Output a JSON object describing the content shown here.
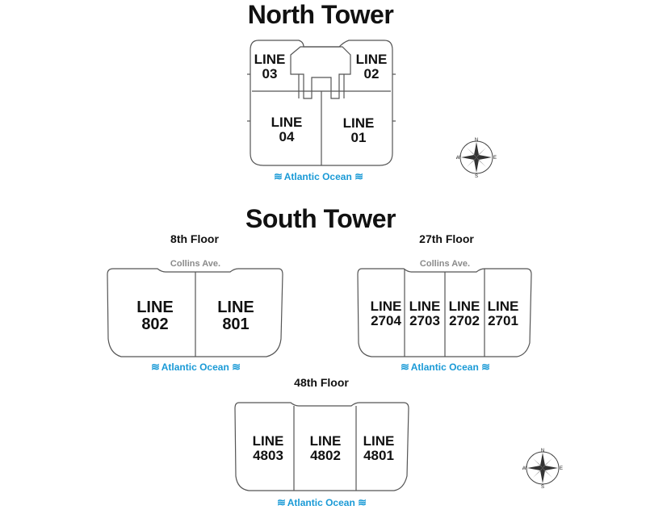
{
  "north_tower": {
    "title": "North Tower",
    "units": [
      {
        "line": "LINE",
        "num": "03"
      },
      {
        "line": "LINE",
        "num": "02"
      },
      {
        "line": "LINE",
        "num": "04"
      },
      {
        "line": "LINE",
        "num": "01"
      }
    ],
    "ocean": "Atlantic Ocean"
  },
  "south_tower": {
    "title": "South Tower",
    "floor8": {
      "label": "8th Floor",
      "street": "Collins Ave.",
      "units": [
        {
          "line": "LINE",
          "num": "802"
        },
        {
          "line": "LINE",
          "num": "801"
        }
      ],
      "ocean": "Atlantic Ocean"
    },
    "floor27": {
      "label": "27th Floor",
      "street": "Collins Ave.",
      "units": [
        {
          "line": "LINE",
          "num": "2704"
        },
        {
          "line": "LINE",
          "num": "2703"
        },
        {
          "line": "LINE",
          "num": "2702"
        },
        {
          "line": "LINE",
          "num": "2701"
        }
      ],
      "ocean": "Atlantic Ocean"
    },
    "floor48": {
      "label": "48th Floor",
      "units": [
        {
          "line": "LINE",
          "num": "4803"
        },
        {
          "line": "LINE",
          "num": "4802"
        },
        {
          "line": "LINE",
          "num": "4801"
        }
      ],
      "ocean": "Atlantic Ocean"
    }
  },
  "compass": {
    "n": "N",
    "s": "S",
    "e": "E",
    "w": "W"
  },
  "colors": {
    "ocean": "#1a9ad6",
    "street": "#8a8a8a",
    "outline": "#555555"
  }
}
